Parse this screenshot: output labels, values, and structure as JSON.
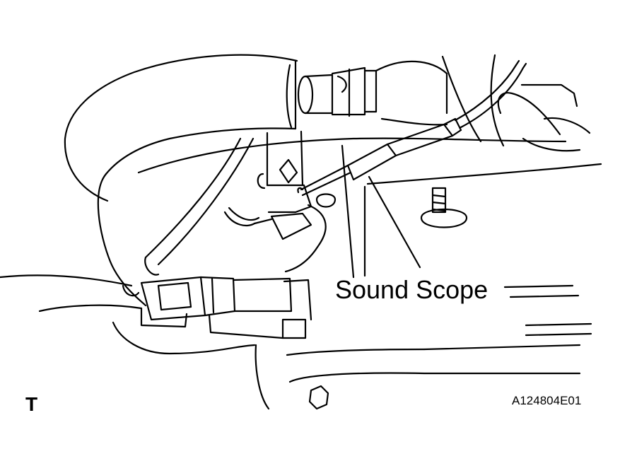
{
  "diagram": {
    "callout_label": "Sound Scope",
    "corner_mark": "T",
    "figure_id": "A124804E01"
  },
  "colors": {
    "line": "#000000",
    "background": "#ffffff"
  }
}
